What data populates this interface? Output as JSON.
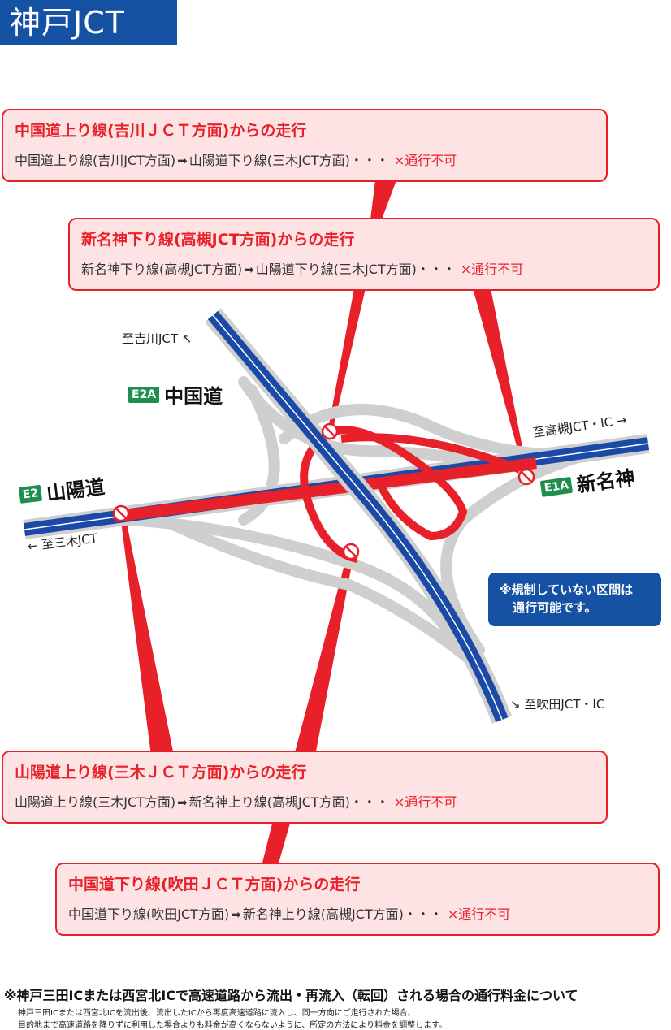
{
  "title": "神戸JCT",
  "callouts": [
    {
      "heading": "中国道上り線(吉川ＪＣＴ方面)からの走行",
      "from": "中国道上り線(吉川JCT方面)",
      "arrow": "➡",
      "to": "山陽道下り線(三木JCT方面)・・・",
      "status": "×通行不可"
    },
    {
      "heading": "新名神下り線(高槻JCT方面)からの走行",
      "from": "新名神下り線(高槻JCT方面)",
      "arrow": "➡",
      "to": "山陽道下り線(三木JCT方面)・・・",
      "status": "×通行不可"
    },
    {
      "heading": "山陽道上り線(三木ＪＣＴ方面)からの走行",
      "from": "山陽道上り線(三木JCT方面)",
      "arrow": "➡",
      "to": "新名神上り線(高槻JCT方面)・・・",
      "status": "×通行不可"
    },
    {
      "heading": "中国道下り線(吹田ＪＣＴ方面)からの走行",
      "from": "中国道下り線(吹田JCT方面)",
      "arrow": "➡",
      "to": "新名神上り線(高槻JCT方面)・・・",
      "status": "×通行不可"
    }
  ],
  "map_labels": {
    "to_yokawa": "至吉川JCT ↖",
    "to_takatsuki": "至高槻JCT・IC →",
    "to_miki": "← 至三木JCT",
    "to_suita": "↘ 至吹田JCT・IC"
  },
  "roads": {
    "chugoku": {
      "badge": "E2A",
      "name": "中国道"
    },
    "sanyo": {
      "badge": "E2",
      "name": "山陽道"
    },
    "shinmeishin": {
      "badge": "E1A",
      "name": "新名神"
    }
  },
  "note": {
    "line1": "※規制していない区間は",
    "line2": "通行可能です。"
  },
  "footer": {
    "title": "※神戸三田ICまたは西宮北ICで高速道路から流出・再流入（転回）される場合の通行料金について",
    "line1": "神戸三田ICまたは西宮北ICを流出後、流出したICから再度高速道路に流入し、同一方向にご走行された場合、",
    "line2": "目的地まで高速道路を降りずに利用した場合よりも料金が高くならないように、所定の方法により料金を調整します。"
  },
  "colors": {
    "brand_blue": "#1652a3",
    "restriction_red": "#e8202a",
    "road_gray": "#cfcfcf",
    "callout_bg": "#fde3e3",
    "badge_green": "#1e8f4e"
  }
}
